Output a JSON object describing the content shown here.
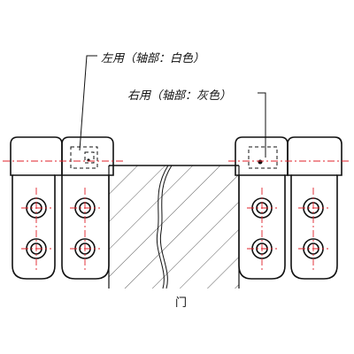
{
  "labels": {
    "left_hinge": "左用（轴部：白色）",
    "right_hinge": "右用（轴部：灰色）",
    "door": "门"
  },
  "colors": {
    "line": "#111111",
    "centerline": "#e0202a",
    "background": "#ffffff"
  },
  "hinges": {
    "left_pin_color": "white",
    "right_pin_color": "gray"
  }
}
